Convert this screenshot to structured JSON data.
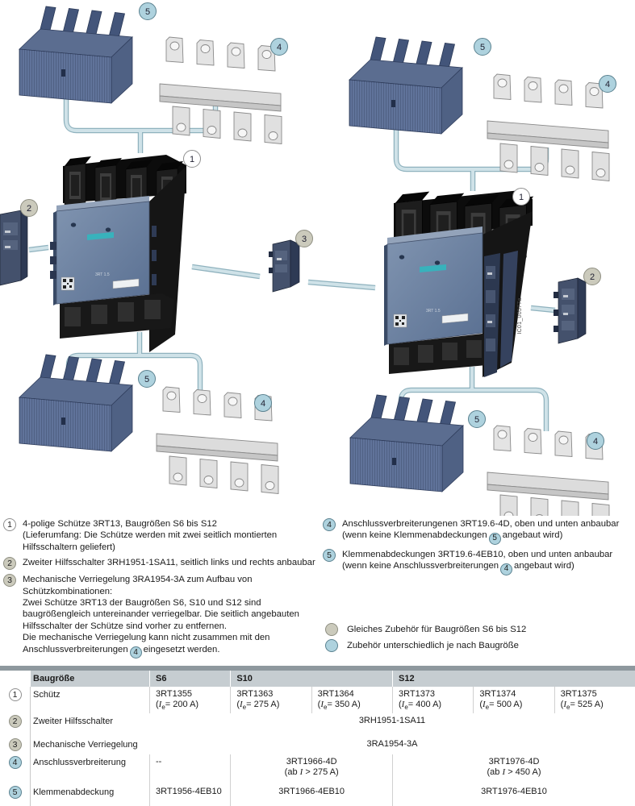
{
  "diagram": {
    "callouts": {
      "c1": "1",
      "c2": "2",
      "c3": "3",
      "c4": "4",
      "c5": "5"
    },
    "watermark": "IC01_00577a",
    "left_label": "3RT 1.5",
    "right_label": "3RT 1.5",
    "colors": {
      "callout_blue": "#aed2de",
      "callout_gray": "#cbcabc",
      "callout_white": "#ffffff",
      "cover_front": "#60739a",
      "cover_top": "#5b6d90",
      "cover_side": "#4f6184",
      "contactor_front": "#6e82a2",
      "siemens_teal": "#38b2bc",
      "busbar_metal": "#e2e2e2",
      "connector_line": "#cfe2e8"
    }
  },
  "legend": {
    "item1": {
      "num": "1",
      "l1": "4-polige Schütze 3RT13, Baugrößen S6 bis S12",
      "l2": "(Lieferumfang: Die Schütze werden mit zwei seitlich montierten",
      "l3": "Hilfsschaltern geliefert)"
    },
    "item2": {
      "num": "2",
      "l1": "Zweiter Hilfsschalter 3RH1951-1SA11, seitlich links und rechts anbaubar"
    },
    "item3": {
      "num": "3",
      "l1": "Mechanische Verriegelung 3RA1954-3A zum Aufbau von",
      "l2": "Schützkombinationen:",
      "l3": "Zwei Schütze 3RT13 der Baugrößen S6, S10 und S12 sind",
      "l4": "baugrößengleich untereinander verriegelbar. Die seitlich angebauten",
      "l5": "Hilfsschalter der Schütze sind vorher zu entfernen.",
      "l6": "Die mechanische Verriegelung kann nicht zusammen mit den",
      "l7pre": "Anschlussverbreiterungen",
      "l7num": "4",
      "l7post": "eingesetzt werden."
    },
    "item4": {
      "num": "4",
      "l1": "Anschlussverbreiterungenen 3RT19.6-4D, oben und unten anbaubar",
      "l2pre": "(wenn keine Klemmenabdeckungen",
      "l2num": "5",
      "l2post": "angebaut wird)"
    },
    "item5": {
      "num": "5",
      "l1": "Klemmenabdeckungen 3RT19.6-4EB10, oben und unten anbaubar",
      "l2pre": "(wenn keine Anschlussverbreiterungen",
      "l2num": "4",
      "l2post": "angebaut wird)"
    },
    "key_same": "Gleiches Zubehör für Baugrößen S6 bis S12",
    "key_diff": "Zubehör unterschiedlich je nach Baugröße"
  },
  "table": {
    "ie_open": "(",
    "ie_i": "I",
    "ie_sub": "e",
    "ab_pre": "(ab ",
    "i_char": "I",
    "header": {
      "baugroesse": "Baugröße",
      "s6": "S6",
      "s10": "S10",
      "s12": "S12"
    },
    "r1": {
      "num": "1",
      "label": "Schütz",
      "cells": [
        {
          "code": "3RT1355",
          "ie_rest": "= 200 A)"
        },
        {
          "code": "3RT1363",
          "ie_rest": "= 275 A)"
        },
        {
          "code": "3RT1364",
          "ie_rest": "= 350 A)"
        },
        {
          "code": "3RT1373",
          "ie_rest": "= 400 A)"
        },
        {
          "code": "3RT1374",
          "ie_rest": "= 500 A)"
        },
        {
          "code": "3RT1375",
          "ie_rest": "= 525 A)"
        }
      ]
    },
    "r2": {
      "num": "2",
      "label": "Zweiter Hilfsschalter",
      "value": "3RH1951-1SA11"
    },
    "r3": {
      "num": "3",
      "label": "Mechanische Verriegelung",
      "value": "3RA1954-3A"
    },
    "r4": {
      "num": "4",
      "label": "Anschlussverbreiterung",
      "s6": "--",
      "s10": {
        "code": "3RT1966-4D",
        "rest": " > 275 A)"
      },
      "s12": {
        "code": "3RT1976-4D",
        "rest": " > 450 A)"
      }
    },
    "r5": {
      "num": "5",
      "label": "Klemmenabdeckung",
      "s6": "3RT1956-4EB10",
      "s10": "3RT1966-4EB10",
      "s12": "3RT1976-4EB10"
    }
  }
}
